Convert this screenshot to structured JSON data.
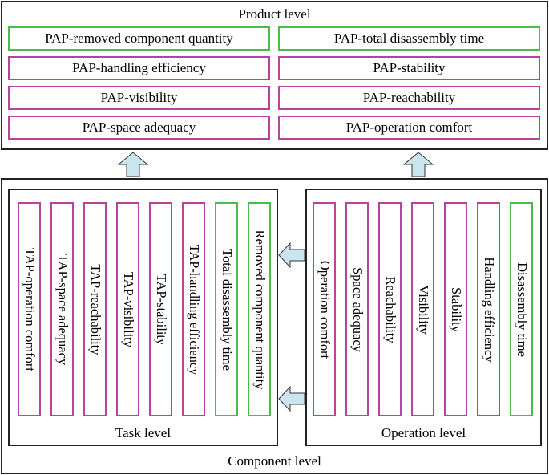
{
  "product_level": {
    "label": "Product level",
    "left_column": [
      {
        "text": "PAP-removed component quantity",
        "color": "#4cbb4c"
      },
      {
        "text": "PAP-handling efficiency",
        "color": "#b8439e"
      },
      {
        "text": "PAP-visibility",
        "color": "#b8439e"
      },
      {
        "text": "PAP-space adequacy",
        "color": "#b8439e"
      }
    ],
    "right_column": [
      {
        "text": "PAP-total disassembly time",
        "color": "#4cbb4c"
      },
      {
        "text": "PAP-stability",
        "color": "#b8439e"
      },
      {
        "text": "PAP-reachability",
        "color": "#b8439e"
      },
      {
        "text": "PAP-operation comfort",
        "color": "#b8439e"
      }
    ]
  },
  "component_level": {
    "label": "Component level",
    "task_level": {
      "label": "Task level",
      "items": [
        {
          "text": "TAP-operation comfort",
          "color": "#b8439e"
        },
        {
          "text": "TAP-space adequacy",
          "color": "#b8439e"
        },
        {
          "text": "TAP-reachability",
          "color": "#b8439e"
        },
        {
          "text": "TAP-visibility",
          "color": "#b8439e"
        },
        {
          "text": "TAP-stability",
          "color": "#b8439e"
        },
        {
          "text": "TAP-handling efficiency",
          "color": "#b8439e"
        },
        {
          "text": "Total disassembly time",
          "color": "#4cbb4c"
        },
        {
          "text": "Removed component quantity",
          "color": "#4cbb4c"
        }
      ]
    },
    "operation_level": {
      "label": "Operation level",
      "items": [
        {
          "text": "Operation comfort",
          "color": "#b8439e"
        },
        {
          "text": "Space adequacy",
          "color": "#b8439e"
        },
        {
          "text": "Reachability",
          "color": "#b8439e"
        },
        {
          "text": "Visibility",
          "color": "#b8439e"
        },
        {
          "text": "Stability",
          "color": "#b8439e"
        },
        {
          "text": "Handling efficiency",
          "color": "#b8439e"
        },
        {
          "text": "Disassembly time",
          "color": "#4cbb4c"
        }
      ]
    }
  },
  "arrow_color": "#c9e6ef"
}
